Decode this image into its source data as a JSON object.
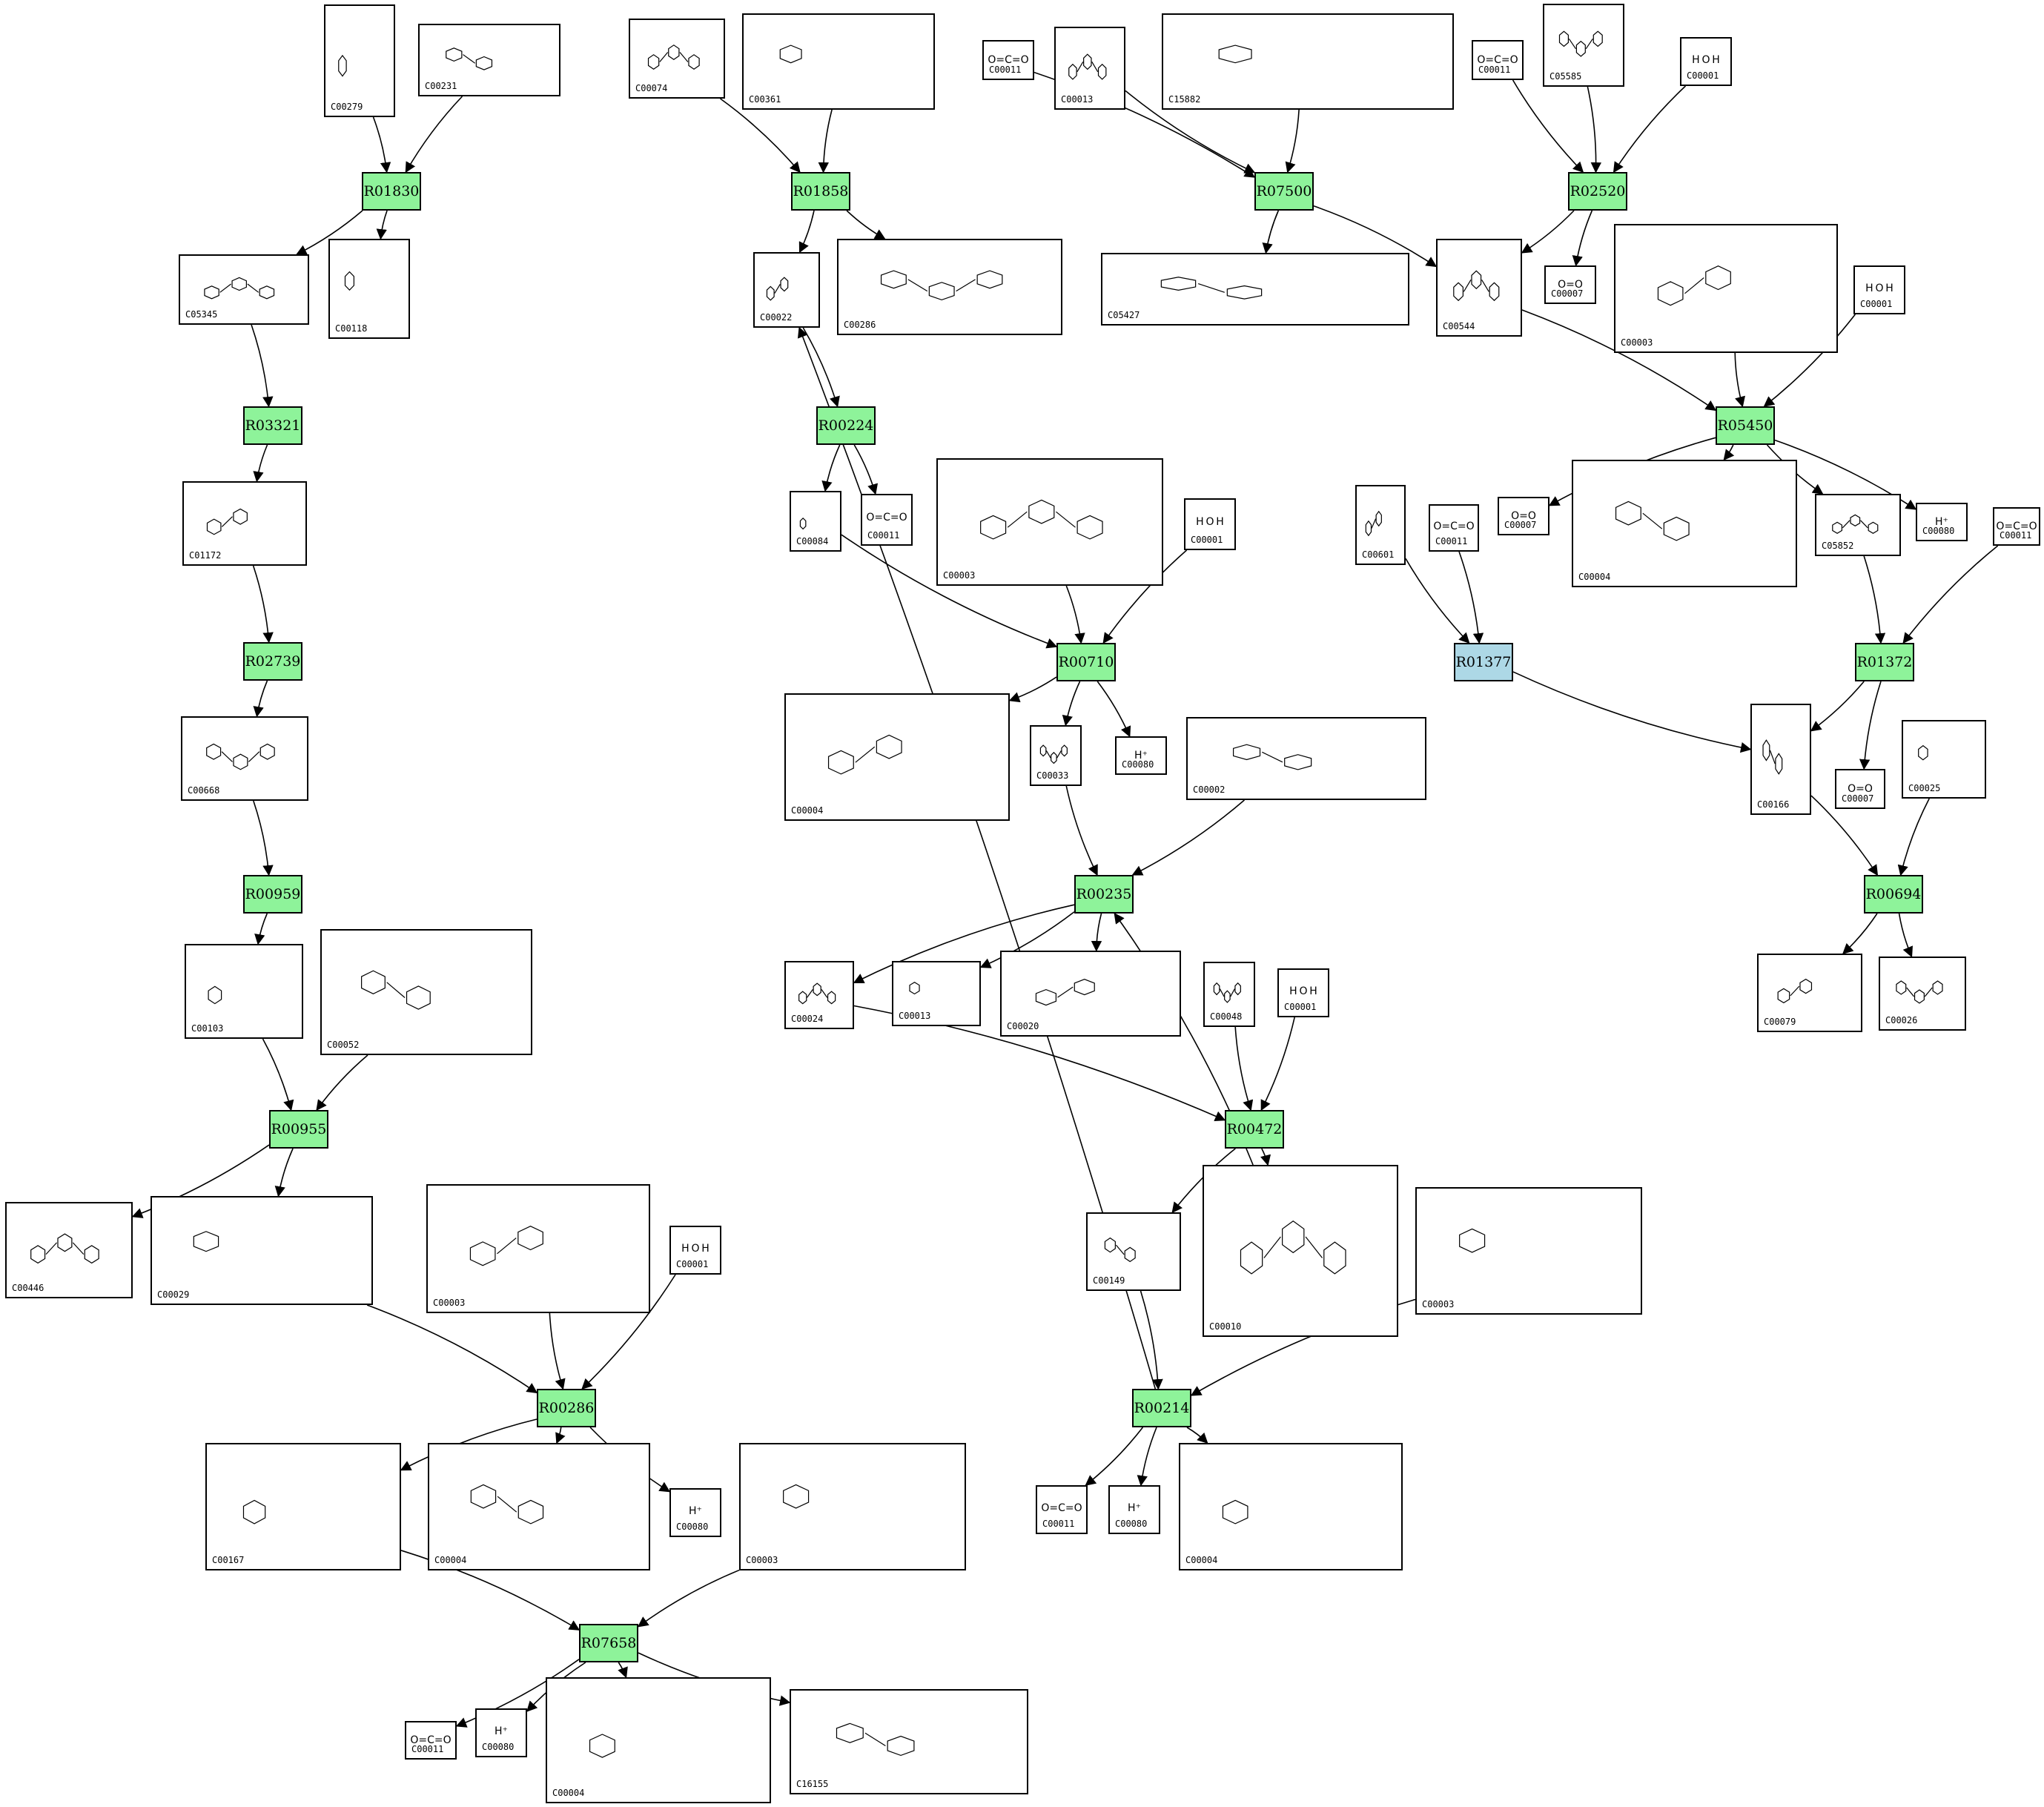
{
  "colors": {
    "reaction_fill": "#8ef39a",
    "reaction_fill_alt": "#add8e6",
    "edge": "#000000",
    "box_border": "#000000"
  },
  "reactions": [
    {
      "id": "R01830",
      "fill": "#8ef39a"
    },
    {
      "id": "R03321",
      "fill": "#8ef39a"
    },
    {
      "id": "R02739",
      "fill": "#8ef39a"
    },
    {
      "id": "R00959",
      "fill": "#8ef39a"
    },
    {
      "id": "R00955",
      "fill": "#8ef39a"
    },
    {
      "id": "R00286",
      "fill": "#8ef39a"
    },
    {
      "id": "R07658",
      "fill": "#8ef39a"
    },
    {
      "id": "R01858",
      "fill": "#8ef39a"
    },
    {
      "id": "R00224",
      "fill": "#8ef39a"
    },
    {
      "id": "R00710",
      "fill": "#8ef39a"
    },
    {
      "id": "R00235",
      "fill": "#8ef39a"
    },
    {
      "id": "R00472",
      "fill": "#8ef39a"
    },
    {
      "id": "R00214",
      "fill": "#8ef39a"
    },
    {
      "id": "R07500",
      "fill": "#8ef39a"
    },
    {
      "id": "R02520",
      "fill": "#8ef39a"
    },
    {
      "id": "R05450",
      "fill": "#8ef39a"
    },
    {
      "id": "R01377",
      "fill": "#add8e6"
    },
    {
      "id": "R01372",
      "fill": "#8ef39a"
    },
    {
      "id": "R00694",
      "fill": "#8ef39a"
    }
  ],
  "compounds": [
    {
      "code": "C00279"
    },
    {
      "code": "C00231"
    },
    {
      "code": "C05345"
    },
    {
      "code": "C00118"
    },
    {
      "code": "C01172"
    },
    {
      "code": "C00668"
    },
    {
      "code": "C00103"
    },
    {
      "code": "C00052"
    },
    {
      "code": "C00446"
    },
    {
      "code": "C00029"
    },
    {
      "code": "C00003"
    },
    {
      "code": "C00001",
      "formula": "H O H"
    },
    {
      "code": "C00167"
    },
    {
      "code": "C00004"
    },
    {
      "code": "C00080",
      "formula": "H⁺"
    },
    {
      "code": "C00003"
    },
    {
      "code": "C00011",
      "formula": "O=C=O"
    },
    {
      "code": "C00080",
      "formula": "H⁺"
    },
    {
      "code": "C00004"
    },
    {
      "code": "C16155"
    },
    {
      "code": "C00074"
    },
    {
      "code": "C00361"
    },
    {
      "code": "C00022"
    },
    {
      "code": "C00286"
    },
    {
      "code": "C00084"
    },
    {
      "code": "C00011",
      "formula": "O=C=O"
    },
    {
      "code": "C00003"
    },
    {
      "code": "C00001",
      "formula": "H O H"
    },
    {
      "code": "C00004"
    },
    {
      "code": "C00033"
    },
    {
      "code": "C00080",
      "formula": "H⁺"
    },
    {
      "code": "C00002"
    },
    {
      "code": "C00024"
    },
    {
      "code": "C00013"
    },
    {
      "code": "C00020"
    },
    {
      "code": "C00048"
    },
    {
      "code": "C00001",
      "formula": "H O H"
    },
    {
      "code": "C00149"
    },
    {
      "code": "C00010"
    },
    {
      "code": "C00003"
    },
    {
      "code": "C00011",
      "formula": "O=C=O"
    },
    {
      "code": "C00080",
      "formula": "H⁺"
    },
    {
      "code": "C00004"
    },
    {
      "code": "C00011",
      "formula": "O=C=O"
    },
    {
      "code": "C00013"
    },
    {
      "code": "C15882"
    },
    {
      "code": "C00011",
      "formula": "O=C=O"
    },
    {
      "code": "C05585"
    },
    {
      "code": "C00001",
      "formula": "H O H"
    },
    {
      "code": "C05427"
    },
    {
      "code": "C00544"
    },
    {
      "code": "C00007",
      "formula": "O=O"
    },
    {
      "code": "C00003"
    },
    {
      "code": "C00001",
      "formula": "H O H"
    },
    {
      "code": "C00007",
      "formula": "O=O"
    },
    {
      "code": "C00004"
    },
    {
      "code": "C05852"
    },
    {
      "code": "C00080",
      "formula": "H⁺"
    },
    {
      "code": "C00601"
    },
    {
      "code": "C00011",
      "formula": "O=C=O"
    },
    {
      "code": "C00011",
      "formula": "O=C=O"
    },
    {
      "code": "C00166"
    },
    {
      "code": "C00007",
      "formula": "O=O"
    },
    {
      "code": "C00025"
    },
    {
      "code": "C00079"
    },
    {
      "code": "C00026"
    }
  ]
}
